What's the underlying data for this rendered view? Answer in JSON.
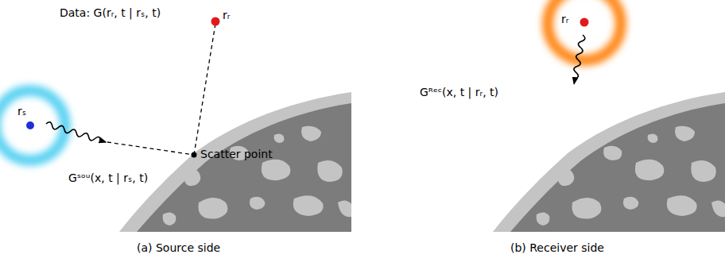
{
  "diagram": {
    "labels": [
      "Data: G(rᵣ, t | rₛ, t)",
      "rᵣ",
      "rₛ",
      "Scatter point",
      "Gˢᵒᵘ(x, t | rₛ, t)",
      "rᵣ",
      "Gᴿᵉᶜ(x, t | rᵣ, t)",
      "(a) Source side",
      "(b) Receiver side"
    ]
  }
}
